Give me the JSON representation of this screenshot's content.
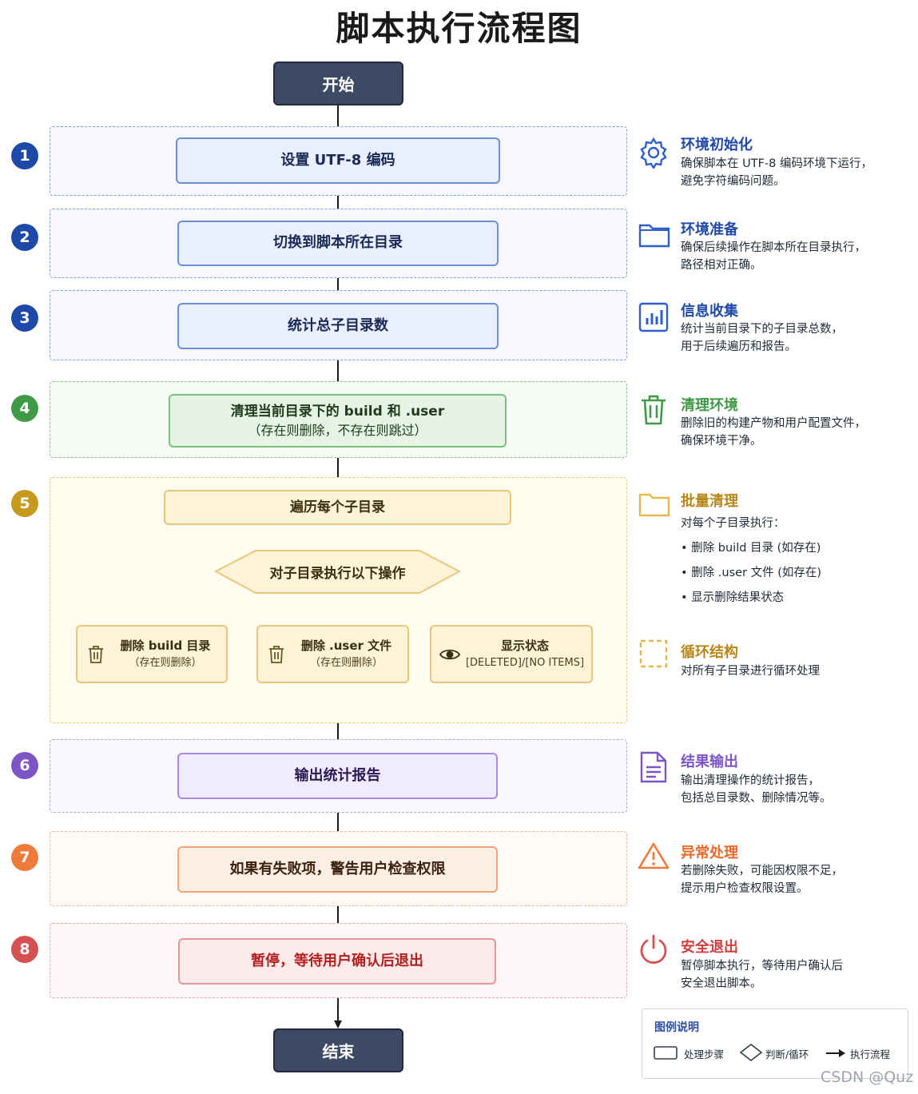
{
  "title": "脚本执行流程图",
  "start": "开始",
  "end": "结束",
  "colors": {
    "blue": "#1f49a8",
    "green": "#3f9a46",
    "gold": "#c79a1e",
    "purple": "#7d55c7",
    "orange": "#ef7b3b",
    "red": "#d55050",
    "terminal": "#3c4b63"
  },
  "steps": [
    {
      "num": "1",
      "label": "设置 UTF-8 编码"
    },
    {
      "num": "2",
      "label": "切换到脚本所在目录"
    },
    {
      "num": "3",
      "label": "统计总子目录数"
    },
    {
      "num": "4",
      "label_line1": "清理当前目录下的 build 和 .user",
      "label_line2": "（存在则删除，不存在则跳过）"
    },
    {
      "num": "5",
      "loop_label": "遍历每个子目录",
      "decision_label": "对子目录执行以下操作"
    },
    {
      "num": "6",
      "label": "输出统计报告"
    },
    {
      "num": "7",
      "label": "如果有失败项，警告用户检查权限"
    },
    {
      "num": "8",
      "label": "暂停，等待用户确认后退出"
    }
  ],
  "sub_ops": [
    {
      "icon": "trash-icon",
      "line1": "删除 build 目录",
      "line2": "（存在则删除）"
    },
    {
      "icon": "trash-icon",
      "line1": "删除 .user 文件",
      "line2": "（存在则删除）"
    },
    {
      "icon": "eye-icon",
      "line1": "显示状态",
      "line2": "[DELETED]/[NO ITEMS]"
    }
  ],
  "side_notes": [
    {
      "icon": "gear-icon",
      "title": "环境初始化",
      "line1": "确保脚本在 UTF-8 编码环境下运行，",
      "line2": "避免字符编码问题。"
    },
    {
      "icon": "folder-icon",
      "title": "环境准备",
      "line1": "确保后续操作在脚本所在目录执行，",
      "line2": "路径相对正确。"
    },
    {
      "icon": "bar-chart-icon",
      "title": "信息收集",
      "line1": "统计当前目录下的子目录总数，",
      "line2": "用于后续遍历和报告。"
    },
    {
      "icon": "trash-icon",
      "title": "清理环境",
      "line1": "删除旧的构建产物和用户配置文件，",
      "line2": "确保环境干净。"
    },
    {
      "icon": "folder-icon",
      "title": "批量清理",
      "line1": "对每个子目录执行：",
      "bullets": [
        "• 删除  build 目录 (如存在)",
        "• 删除  .user 文件 (如存在)",
        "• 显示删除结果状态"
      ]
    },
    {
      "icon": "dashed-square-icon",
      "title": "循环结构",
      "line1": "对所有子目录进行循环处理"
    },
    {
      "icon": "document-icon",
      "title": "结果输出",
      "line1": "输出清理操作的统计报告，",
      "line2": "包括总目录数、删除情况等。"
    },
    {
      "icon": "warning-icon",
      "title": "异常处理",
      "line1": "若删除失败，可能因权限不足，",
      "line2": "提示用户检查权限设置。"
    },
    {
      "icon": "power-icon",
      "title": "安全退出",
      "line1": "暂停脚本执行，等待用户确认后",
      "line2": "安全退出脚本。"
    }
  ],
  "legend": {
    "title": "图例说明",
    "items": [
      "处理步骤",
      "判断/循环",
      "执行流程"
    ]
  },
  "watermark": "CSDN @Quz"
}
